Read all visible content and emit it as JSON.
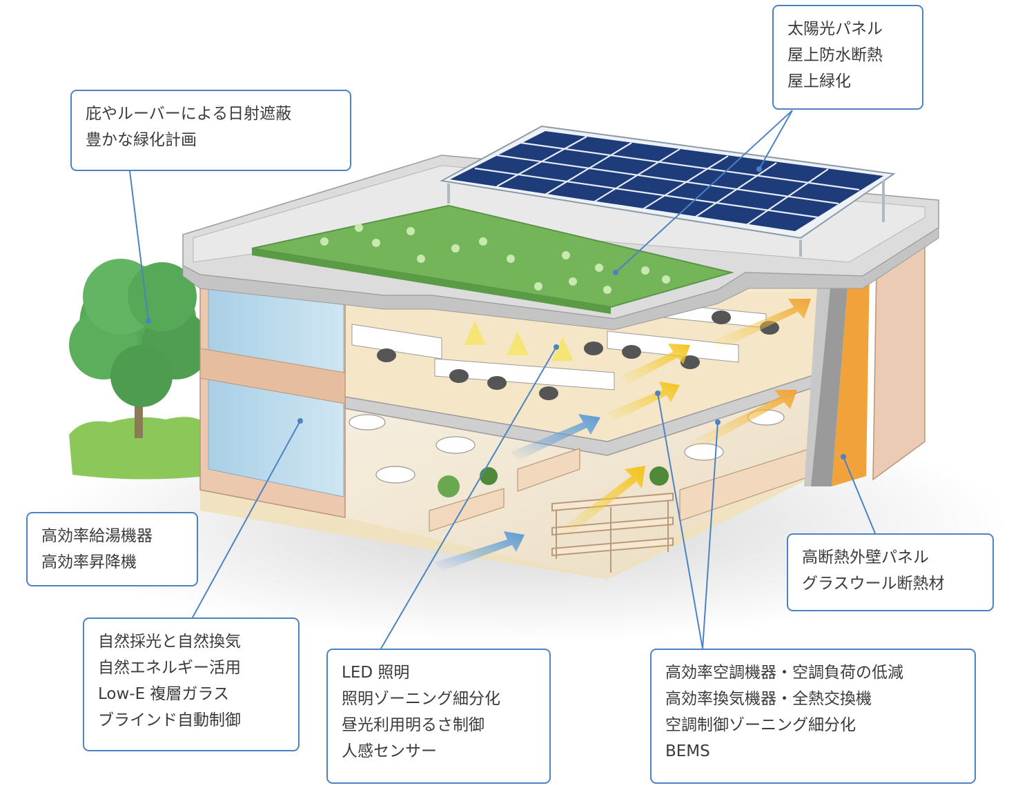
{
  "callouts": {
    "roof": {
      "lines": [
        "太陽光パネル",
        "屋上防水断熱",
        "屋上緑化"
      ]
    },
    "shading": {
      "lines": [
        "庇やルーバーによる日射遮蔽",
        "豊かな緑化計画"
      ]
    },
    "equipment": {
      "lines": [
        "高効率給湯機器",
        "高効率昇降機"
      ]
    },
    "wall": {
      "lines": [
        "高断熱外壁パネル",
        "グラスウール断熱材"
      ]
    },
    "daylight": {
      "lines": [
        "自然採光と自然換気",
        "自然エネルギー活用",
        "Low-E 複層ガラス",
        "ブラインド自動制御"
      ]
    },
    "lighting": {
      "lines": [
        "LED 照明",
        "照明ゾーニング細分化",
        "昼光利用明るさ制御",
        "人感センサー"
      ]
    },
    "hvac": {
      "lines": [
        "高効率空調機器・空調負荷の低減",
        "高効率換気機器・全熱交換機",
        "空調制御ゾーニング細分化",
        "BEMS"
      ]
    }
  },
  "colors": {
    "callout_border": "#4a82c3",
    "leader_line": "#4a82c3",
    "solar_panel": "#1f3c7a",
    "roof_garden": "#74b55a",
    "tree": "#58a85a",
    "slab": "#d8d8d8",
    "wall": "#ecc8ae",
    "glass": "#b8d8ea",
    "insulation": "#f2a23a",
    "airflow_blue": "#5a9bd5",
    "airflow_yellow": "#f4d33a"
  }
}
